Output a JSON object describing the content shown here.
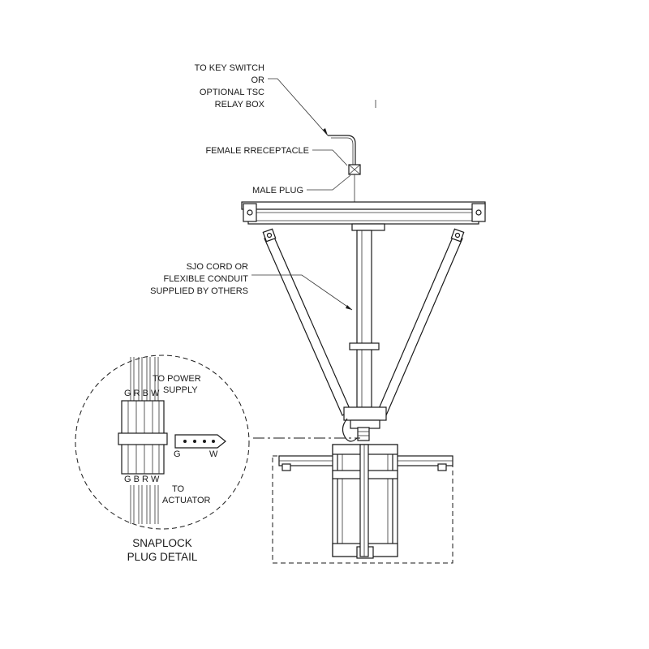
{
  "labels": {
    "key_switch": [
      "TO KEY SWITCH",
      "OR",
      "OPTIONAL TSC",
      "RELAY BOX"
    ],
    "female_receptacle": "FEMALE RRECEPTACLE",
    "male_plug": "MALE PLUG",
    "sjo_cord": [
      "SJO CORD OR",
      "FLEXIBLE CONDUIT",
      "SUPPLIED BY OTHERS"
    ],
    "to_power_supply": [
      "TO POWER",
      "SUPPLY"
    ],
    "wires_top": "G R B W",
    "wires_bottom": "G B R W",
    "to_actuator": [
      "TO",
      "ACTUATOR"
    ],
    "prong_g": "G",
    "prong_w": "W",
    "detail_title": [
      "SNAPLOCK",
      "PLUG DETAIL"
    ]
  }
}
